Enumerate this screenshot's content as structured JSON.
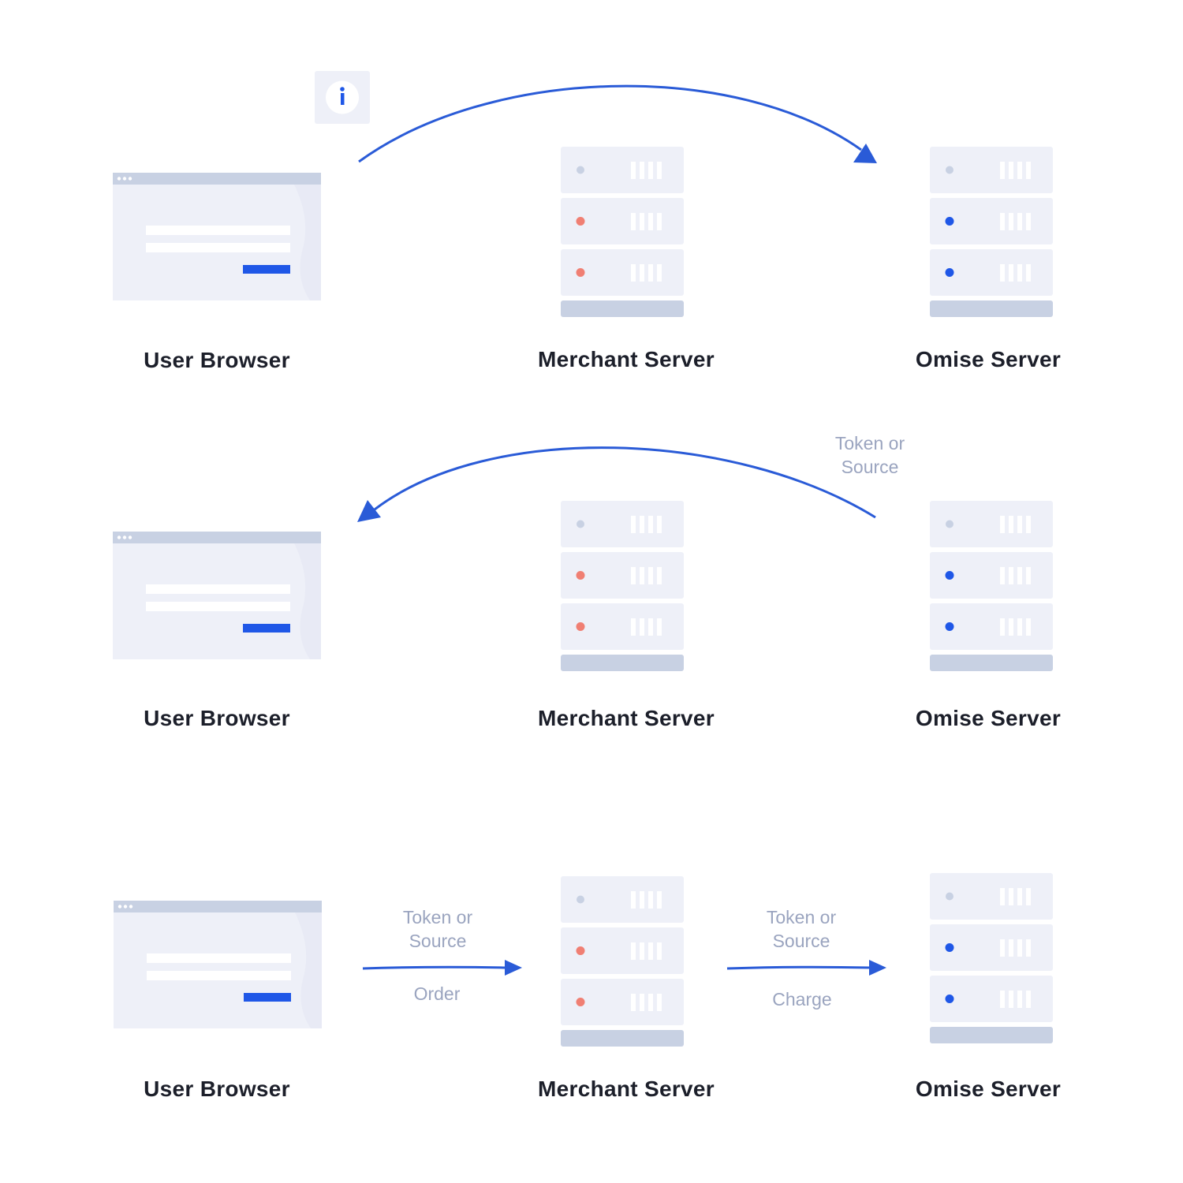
{
  "diagram": {
    "colors": {
      "arrow": "#2a5bd7",
      "panel": "#eef0f8",
      "panel_bar": "#c8d1e3",
      "browser_button": "#1f57e7",
      "led_gray": "#c8d1e3",
      "led_red": "#f07f73",
      "led_blue": "#1f57e7",
      "label": "#1c1f2a",
      "note": "#9aa4bf"
    },
    "icons": {
      "info": "info-icon",
      "browser": "browser-window-icon",
      "server": "server-rack-icon"
    },
    "steps": [
      {
        "browser_label": "User Browser",
        "merchant_label": "Merchant Server",
        "omise_label": "Omise Server"
      },
      {
        "browser_label": "User Browser",
        "merchant_label": "Merchant Server",
        "omise_label": "Omise Server",
        "token_note": [
          "Token or",
          "Source"
        ]
      },
      {
        "browser_label": "User Browser",
        "merchant_label": "Merchant Server",
        "omise_label": "Omise Server",
        "browser_to_merchant_top": [
          "Token or",
          "Source"
        ],
        "browser_to_merchant_bottom": "Order",
        "merchant_to_omise_top": [
          "Token or",
          "Source"
        ],
        "merchant_to_omise_bottom": "Charge"
      }
    ]
  }
}
